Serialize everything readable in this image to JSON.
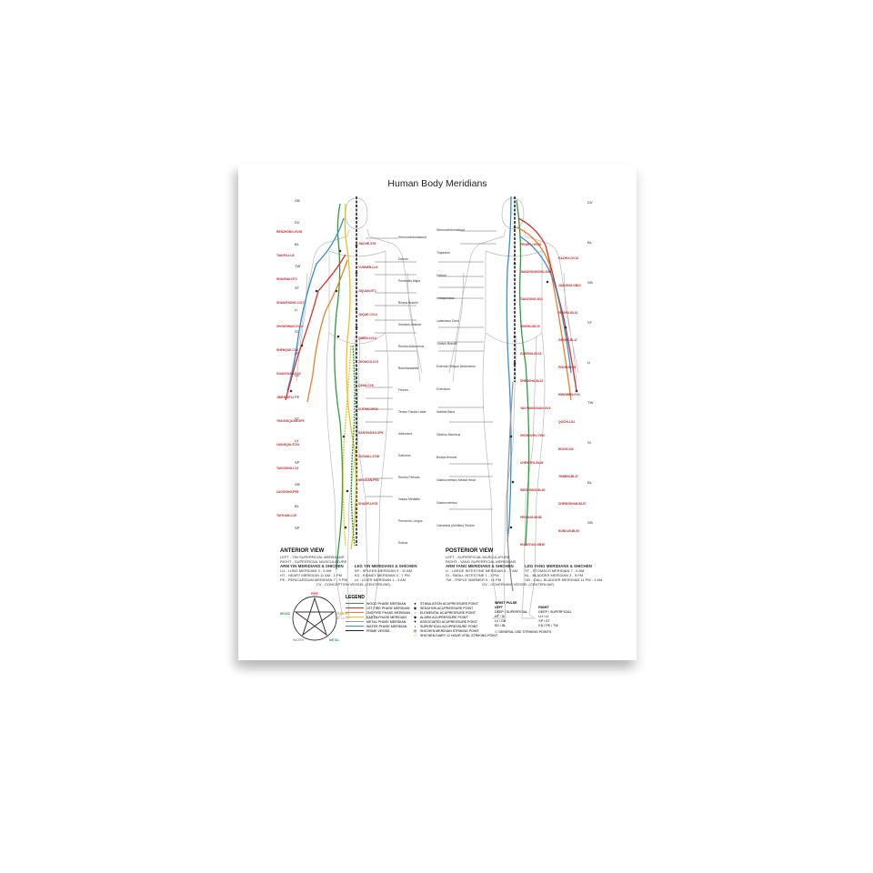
{
  "title": "Human Body Meridians",
  "anterior": {
    "heading": "ANTERIOR VIEW",
    "lines": [
      "LEFT - YIN SUPERFICIAL MERIDIANS",
      "RIGHT - SUPERFICIAL MUSCULATURE"
    ],
    "col1_head": "ARM YIN MERIDIANS & SHICHEN",
    "col1": [
      "LU - LUNG MERIDIAN 3 - 5 AM",
      "HT - HEART MERIDIAN 11 AM - 1 PM",
      "PE - PERICARDIUM MERIDIAN 7 - 9 PM"
    ],
    "col2_head": "LEG YIN MERIDIANS & SHICHEN",
    "col2": [
      "SP - SPLEEN MERIDIAN 9 - 11 AM",
      "KD - KIDNEY MERIDIAN 5 - 7 PM",
      "LV - LIVER MERIDIAN 1 - 3 AM"
    ],
    "footer": "CV - CONCEPTION VESSEL (CENTERLINE)"
  },
  "posterior": {
    "heading": "POSTERIOR VIEW",
    "lines": [
      "LEFT - SUPERFICIAL MUSCULATURE",
      "RIGHT - YANG SUPERFICIAL MERIDIANS"
    ],
    "col1_head": "ARM YANG MERIDIANS & SHICHEN",
    "col1": [
      "LI - LARGE INTESTINE MERIDIAN 5 - 7 AM",
      "SI - SMALL INTESTINE 1 - 3 PM",
      "TW - TRIPLE WARMER 9 - 11 PM"
    ],
    "col2_head": "LEG YANG MERIDIANS & SHICHEN",
    "col2": [
      "ST - STOMACH MERIDIAN 7 - 9 AM",
      "BL - BLADDER MERIDIAN 3 - 5 PM",
      "GB - GALL BLADDER MERIDIAN 11 PM - 1 AM"
    ],
    "footer": "GV - GOVERNING VESSEL (CENTERLINE)"
  },
  "legend": {
    "title": "LEGEND",
    "phases": [
      "FIRE",
      "EARTH",
      "METAL",
      "WATER",
      "WOOD"
    ],
    "lines": [
      {
        "label": "WOOD PHASE MERIDIAN",
        "color": "#2e9e3a"
      },
      {
        "label": "1ST FIRE PHASE MERIDIAN",
        "color": "#d9302a"
      },
      {
        "label": "2ND FIRE PHASE MERIDIAN",
        "color": "#f07d2a"
      },
      {
        "label": "EARTH PHASE MERIDIAN",
        "color": "#e8c21f"
      },
      {
        "label": "METAL PHASE MERIDIAN",
        "color": "#9a9a9a"
      },
      {
        "label": "WATER PHASE MERIDIAN",
        "color": "#3a8fd4"
      },
      {
        "label": "PRIME VESSEL",
        "color": "#222222"
      }
    ],
    "points": [
      "STIMULATION ACUPRESSURE POINT",
      "SEDATION ACUPRESSURE POINT",
      "ELEMENTAL ACUPRESSURE POINT",
      "ALARM ACUPRESSURE POINT",
      "ASSOCIATED ACUPRESSURE POINT",
      "SUPERFICIAL ACUPRESSURE POINT",
      "SHICHEN MERIDIAN STRIKING POINT"
    ],
    "shichen_note": "SHICHEN DIARY 12 HOUR VITAL STRIKING POINT",
    "wrist_pulse": {
      "title": "WRIST PULSE",
      "left_head": "LEFT",
      "right_head": "RIGHT",
      "left": [
        "DEEP / SUPERFICIAL",
        "HT / SI",
        "LV / GB",
        "KD / BL"
      ],
      "right": [
        "DEEP / SUPERFICIAL",
        "LU / LI",
        "SP / ST",
        "KD / PE / TW"
      ]
    },
    "general_points": "GENERAL USE STRIKING POINTS"
  },
  "anterior_tags": [
    "GB",
    "DV",
    "BL",
    "TW",
    "ST",
    "LI",
    "SI",
    "HT",
    "LU",
    "PE",
    "ST",
    "LV",
    "SP",
    "GB",
    "BL",
    "SP"
  ],
  "anterior_points": [
    "RENZHONG-GV26",
    "JIACHE-ST6",
    "TIANFU-LU3",
    "YUNMEN-LU2",
    "SHAOHAI-HT3",
    "JIQUAN-HT1",
    "SHANZHONG-CV17",
    "JUQUE-CV14",
    "ZHONGWAN-CV12",
    "QIMEN-LV14",
    "SHENQUE-CV8",
    "ZHONGJI-CV3",
    "GUANYUAN-CV4",
    "QIHAI-CV6",
    "JIMEN-SP11",
    "XUEHAI-SP10",
    "YINLINGQUAN-SP9",
    "SANYINJIAO-SP6",
    "LIANGQIU-ST34",
    "ZUSANLI-ST36",
    "TAICHONG-LV3",
    "NEIGUAN-PE6",
    "LAOGONG-PE8",
    "SHAOFU-HT8",
    "TAIYUAN-LU9"
  ],
  "anterior_muscles": [
    "Sternocleidomastoid",
    "Deltoid",
    "Pectoralis Major",
    "Biceps Brachii",
    "Serratus Anterior",
    "Rectus Abdominus",
    "Brachioradialis",
    "Flexors",
    "Tensor Fascia Latae",
    "Adductors",
    "Sartorius",
    "Rectus Femoris",
    "Vastus Medialis",
    "Peroneus Longus",
    "Soleus"
  ],
  "posterior_tags": [
    "DV",
    "BL",
    "GB",
    "ST",
    "LI",
    "TW",
    "SI",
    "BL",
    "GB"
  ],
  "posterior_points": [
    "FENGFU-GV16",
    "DAZHUI-GV14",
    "JIANZHONGSHU-SI15",
    "JIANJING-GB21",
    "TIANZONG-SI11",
    "FEISHU-BL13",
    "XINSHU-BL15",
    "GESHU-BL17",
    "GANSHU-BL18",
    "PISHU-BL20",
    "SHENSHU-BL23",
    "MINGMEN-GV4",
    "YAOYANGGUAN-GV3",
    "QUCHI-LI11",
    "ZHONGZHU-TW3",
    "HOUXI-SI3",
    "CHENGFU-BL36",
    "YINMEN-BL37",
    "WEIZHONG-BL40",
    "CHENGSHAN-BL57",
    "FEIYANG-BL58",
    "KUNLUN-BL60",
    "HUANTIAO-GB30"
  ],
  "posterior_muscles": [
    "Sternocleidomastoid",
    "Trapezius",
    "Deltoid",
    "Infraspinatus",
    "Latissimus Dorsi",
    "Triceps Brachii",
    "External Oblique Abdominus",
    "Extensors",
    "Iliotibial Band",
    "Gluteus Maximus",
    "Biceps femoris",
    "Gastrocnemius Medial Head",
    "Gastrocnemius",
    "Calcaneal (Achilles) Tendon"
  ]
}
